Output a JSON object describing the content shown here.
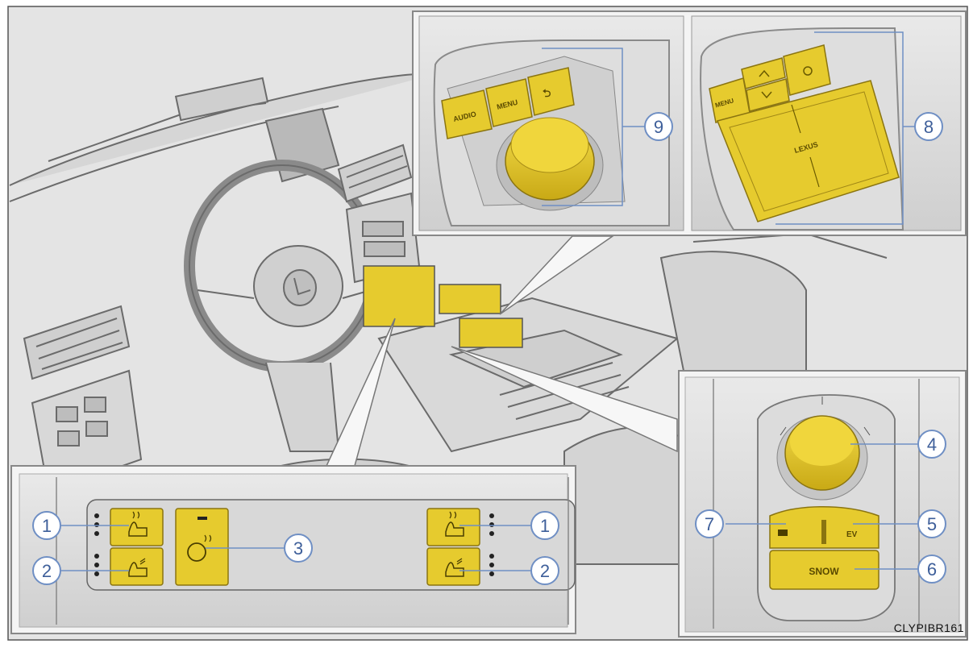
{
  "figure_code": "CLYPIBR161",
  "colors": {
    "button_fill": "#e6cb2e",
    "button_stroke": "#8a7410",
    "callout": "#6f8fc4",
    "line_art": "#6b6b6b",
    "panel_fill": "#d9d9d9"
  },
  "callouts": [
    {
      "label": "1"
    },
    {
      "label": "2"
    },
    {
      "label": "3"
    },
    {
      "label": "1"
    },
    {
      "label": "2"
    },
    {
      "label": "4"
    },
    {
      "label": "5"
    },
    {
      "label": "6"
    },
    {
      "label": "7"
    },
    {
      "label": "8"
    },
    {
      "label": "9"
    }
  ],
  "remote_controller": {
    "audio_label": "AUDIO",
    "menu_label": "MENU",
    "back_symbol": "⮌"
  },
  "touch_pad": {
    "menu_label": "MENU",
    "brand_label": "LEXUS"
  },
  "drive_mode": {
    "snow_label": "SNOW",
    "ev_label": "EV"
  }
}
